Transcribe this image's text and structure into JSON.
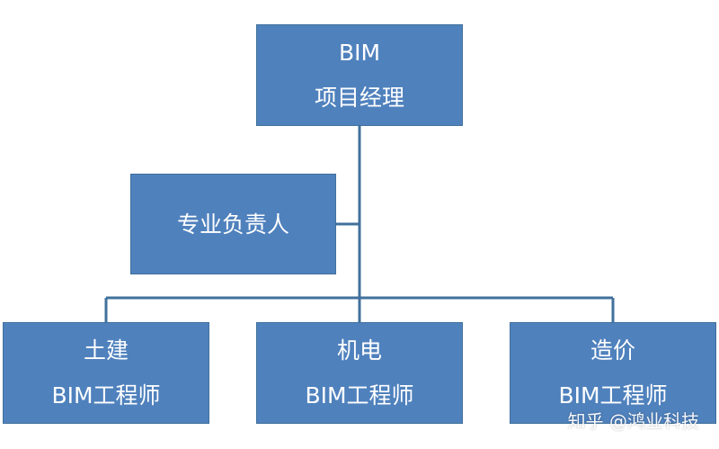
{
  "colors": {
    "box_fill": "#4f81bd",
    "box_border": "#41719c",
    "connector": "#41719c",
    "text": "#ffffff"
  },
  "nodes": {
    "project_manager": {
      "line1": "BIM",
      "line2": "项目经理"
    },
    "discipline_lead": {
      "label": "专业负责人"
    },
    "civil": {
      "line1": "土建",
      "line2": "BIM工程师"
    },
    "mep": {
      "line1": "机电",
      "line2": "BIM工程师"
    },
    "cost": {
      "line1": "造价",
      "line2": "BIM工程师"
    }
  },
  "watermark": "知乎 @鸿业科技"
}
